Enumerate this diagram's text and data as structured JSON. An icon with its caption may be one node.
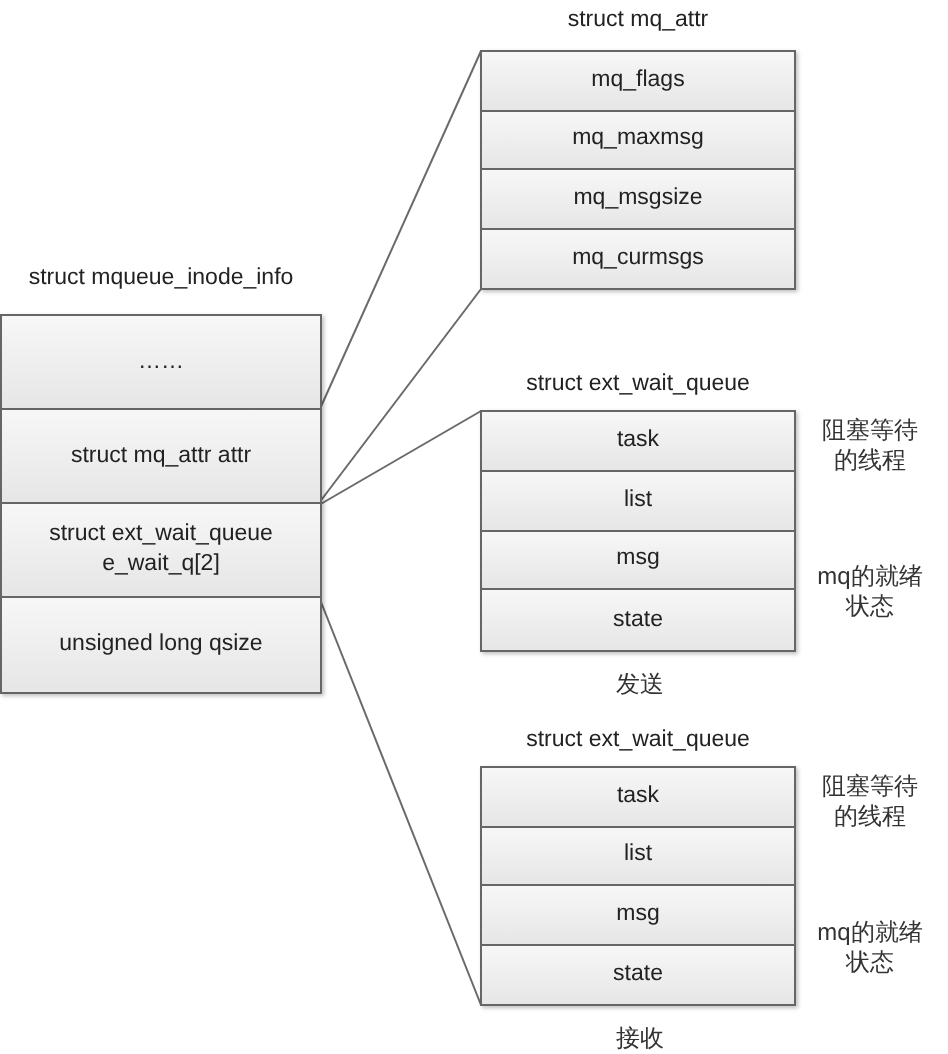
{
  "diagram": {
    "nodes": [
      {
        "text": [
          "struct mqueue_inode_info"
        ]
      },
      {
        "text": [
          "……"
        ],
        "in": 0
      },
      {
        "text": [
          "struct mq_attr attr"
        ],
        "in": 0
      },
      {
        "text": [
          "struct ext_wait_queue e_wait_q[2]"
        ],
        "in": 0
      },
      {
        "text": [
          "unsigned long qsize"
        ],
        "in": 0
      },
      {
        "text": [
          "struct mq_attr"
        ]
      },
      {
        "text": [
          "mq_flags"
        ],
        "in": 5
      },
      {
        "text": [
          "mq_maxmsg"
        ],
        "in": 5
      },
      {
        "text": [
          "mq_msgsize"
        ],
        "in": 5
      },
      {
        "text": [
          "mq_curmsgs"
        ],
        "in": 5
      },
      {
        "text": [
          "struct ext_wait_queue"
        ],
        "beside": [
          "发送"
        ]
      },
      {
        "text": [
          "task"
        ],
        "in": 10,
        "beside": [
          "阻塞等待的线程"
        ]
      },
      {
        "text": [
          "list"
        ],
        "in": 10
      },
      {
        "text": [
          "msg"
        ],
        "in": 10
      },
      {
        "text": [
          "state"
        ],
        "in": 10,
        "beside": [
          "mq的就绪状态"
        ]
      },
      {
        "text": [
          "struct ext_wait_queue"
        ],
        "beside": [
          "接收"
        ]
      },
      {
        "text": [
          "task"
        ],
        "in": 15,
        "beside": [
          "阻塞等待的线程"
        ]
      },
      {
        "text": [
          "list"
        ],
        "in": 15
      },
      {
        "text": [
          "msg"
        ],
        "in": 15
      },
      {
        "text": [
          "state"
        ],
        "in": 15,
        "beside": [
          "mq的就绪状态"
        ]
      }
    ],
    "edges": [
      {
        "from": 2,
        "to": 5,
        "arrow": "none"
      },
      {
        "from": 2,
        "to": 5,
        "arrow": "none"
      },
      {
        "from": 3,
        "to": 10,
        "arrow": "none"
      },
      {
        "from": 3,
        "to": 15,
        "arrow": "none"
      }
    ]
  }
}
